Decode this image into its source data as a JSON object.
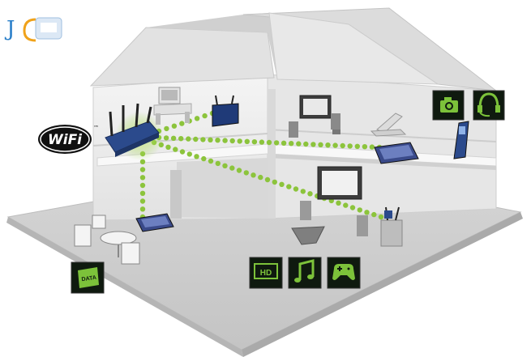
{
  "logo": {
    "text": "JC"
  },
  "wifi_badge": {
    "text": "WiFi",
    "trademark": "™"
  },
  "icon_tiles": [
    {
      "name": "camera-icon",
      "label": ""
    },
    {
      "name": "headset-icon",
      "label": ""
    },
    {
      "name": "hd-video-icon",
      "label": "HD"
    },
    {
      "name": "music-note-icon",
      "label": ""
    },
    {
      "name": "game-controller-icon",
      "label": ""
    },
    {
      "name": "data-icon",
      "label": "DATA"
    }
  ],
  "colors": {
    "connection_dots": "#8cc43c",
    "router_glow": "#b7e06a",
    "router_body": "#2b4a8c",
    "tile_bg": "#0f1a0f",
    "tile_icon": "#7cc23a",
    "house_wall": "#ececec",
    "roof": "#dcdcdc",
    "ground": "#cfcfcf",
    "logo_j": "#2a7fc9",
    "logo_c": "#f0a21a"
  }
}
